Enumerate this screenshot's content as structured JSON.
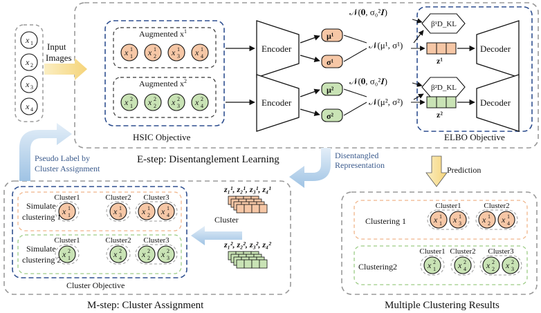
{
  "inputs": {
    "label_line1": "Input",
    "label_line2": "Images",
    "items": [
      "x",
      "x",
      "x",
      "x"
    ],
    "subscripts": [
      "1",
      "2",
      "3",
      "4"
    ]
  },
  "hsic": {
    "title": "HSIC Objective",
    "aug1_label": "Augmented x",
    "aug1_sup": "1",
    "aug2_label": "Augmented x",
    "aug2_sup": "2",
    "nodes1": [
      [
        "x",
        "1",
        "1"
      ],
      [
        "x",
        "2",
        "1"
      ],
      [
        "x",
        "3",
        "1"
      ],
      [
        "x",
        "4",
        "1"
      ]
    ],
    "nodes2": [
      [
        "x",
        "1",
        "2"
      ],
      [
        "x",
        "2",
        "2"
      ],
      [
        "x",
        "3",
        "2"
      ],
      [
        "x",
        "4",
        "2"
      ]
    ]
  },
  "encoder_label": "Encoder",
  "decoder_label": "Decoder",
  "mu1": "μ¹",
  "sigma1": "σ¹",
  "mu2": "μ²",
  "sigma2": "σ²",
  "prior1": "𝒩(𝟎, σ₀²𝑰)",
  "post1": "𝒩(μ¹, σ¹)",
  "prior2": "𝒩(𝟎, σ₀²𝑰)",
  "post2": "𝒩(μ², σ²)",
  "kl1": "β¹D_KL",
  "kl2": "β²D_KL",
  "z1": "z¹",
  "z2": "z²",
  "elbo_title": "ELBO Objective",
  "estep_title": "E-step: Disentanglement Learning",
  "pseudo_line1": "Pseudo Label by",
  "pseudo_line2": "Cluster Assignment",
  "disent_line1": "Disentangled",
  "disent_line2": "Representation",
  "prediction_label": "Prediction",
  "cluster_arrow_label": "Cluster",
  "zset1": "z₁¹, z₂¹, z₃¹, z₄¹",
  "zset2": "z₁², z₂², z₃², z₄²",
  "cluster_obj": {
    "title": "Cluster Objective",
    "sim1_line1": "Simulate",
    "sim1_line2": "clustering 1",
    "sim2_line1": "Simulate",
    "sim2_line2": "clustering 2",
    "row1_headers": [
      "Cluster1",
      "Cluster2",
      "Cluster3"
    ],
    "row2_headers": [
      "Cluster1",
      "Cluster2",
      "Cluster3"
    ],
    "row1_nodes": [
      [
        "x",
        "1",
        "1"
      ],
      [
        "x",
        "3",
        "1"
      ],
      [
        "x",
        "2",
        "1"
      ],
      [
        "x",
        "4",
        "1"
      ]
    ],
    "row2_nodes": [
      [
        "x",
        "1",
        "2"
      ],
      [
        "x",
        "4",
        "2"
      ],
      [
        "x",
        "2",
        "2"
      ],
      [
        "x",
        "3",
        "2"
      ]
    ]
  },
  "mstep_title": "M-step: Cluster Assignment",
  "results": {
    "title": "Multiple Clustering Results",
    "c1_label": "Clustering 1",
    "c2_label": "Clustering2",
    "row1_headers": [
      "Cluster1",
      "Cluster2"
    ],
    "row2_headers": [
      "Cluster1",
      "Cluster2",
      "Cluster3"
    ],
    "row1_nodes": [
      [
        "x",
        "1",
        "1"
      ],
      [
        "x",
        "3",
        "1"
      ],
      [
        "x",
        "2",
        "1"
      ],
      [
        "x",
        "4",
        "1"
      ]
    ],
    "row2_nodes": [
      [
        "x",
        "1",
        "2"
      ],
      [
        "x",
        "4",
        "2"
      ],
      [
        "x",
        "2",
        "2"
      ],
      [
        "x",
        "3",
        "2"
      ]
    ]
  },
  "colors": {
    "orange_fill": "#f6c7a6",
    "green_fill": "#c9e3b5",
    "blue_dash": "#2f4f8f",
    "gray_dash": "#9a9a9a",
    "orange_dash": "#f0b58a",
    "green_dash": "#9ccc85",
    "arrow_blue": "#a8c8e6",
    "arrow_yellow": "#f7dc92"
  }
}
